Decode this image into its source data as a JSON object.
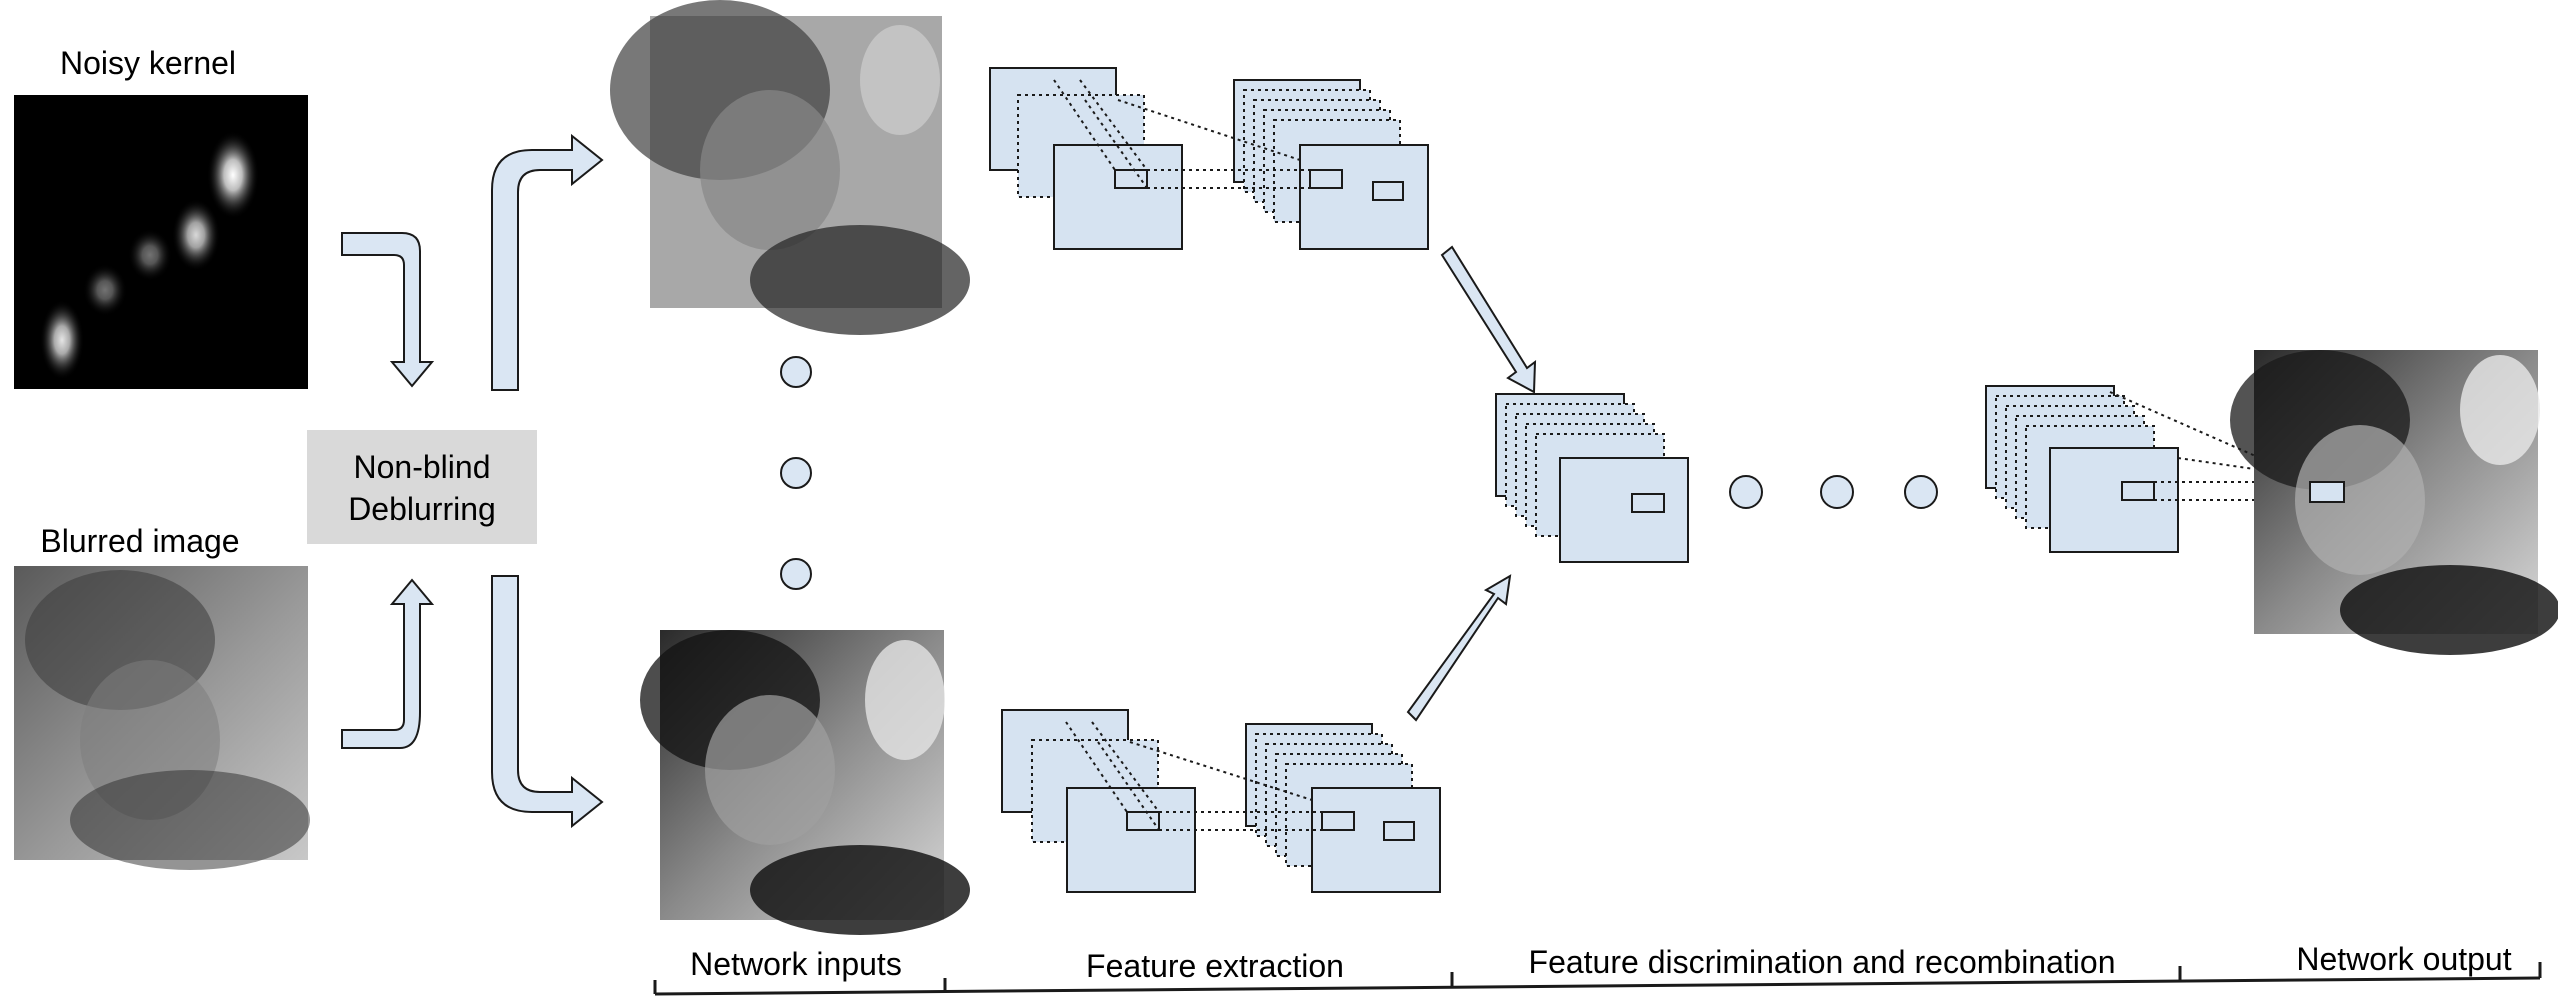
{
  "labels": {
    "noisy_kernel": "Noisy kernel",
    "blurred_image": "Blurred image",
    "deblur_line1": "Non-blind",
    "deblur_line2": "Deblurring"
  },
  "sections": [
    {
      "label": "Network inputs"
    },
    {
      "label": "Feature extraction"
    },
    {
      "label": "Feature discrimination and recombination"
    },
    {
      "label": "Network output"
    }
  ],
  "colors": {
    "panel_fill": "#d6e3f1",
    "arrow_fill": "#dae6f3",
    "deblur_box": "#d9d9d9",
    "stroke": "#1a1a1a"
  }
}
